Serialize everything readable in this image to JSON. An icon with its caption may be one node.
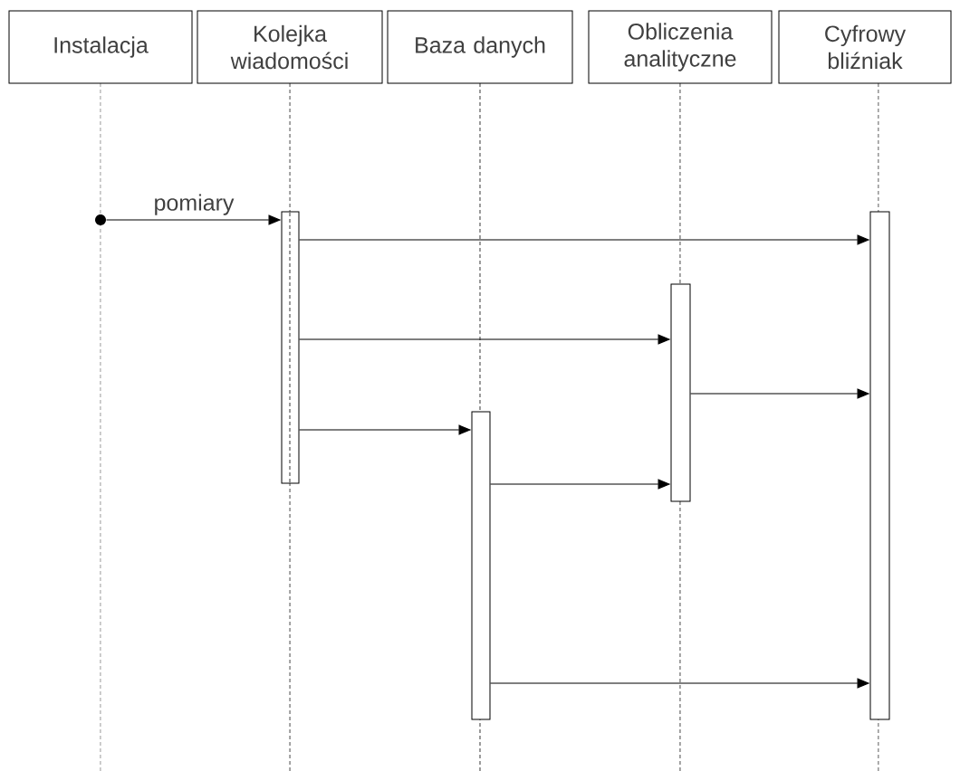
{
  "diagram": {
    "nodes": [
      {
        "text": [
          "Instalacja"
        ]
      },
      {
        "text": [
          "Kolejka wiadomości"
        ]
      },
      {
        "text": [
          "Baza danych"
        ]
      },
      {
        "text": [
          "Obliczenia analityczne"
        ]
      },
      {
        "text": [
          "Cyfrowy bliźniak"
        ]
      },
      {
        "text": [],
        "shape": "bar"
      },
      {
        "text": [],
        "shape": "bar"
      },
      {
        "text": [],
        "shape": "bar"
      },
      {
        "text": [],
        "shape": "bar"
      },
      {
        "text": [],
        "shape": "circle"
      }
    ],
    "edges": [
      {
        "from": 9,
        "to": 5,
        "arrow": "to",
        "label": "pomiary"
      },
      {
        "from": 5,
        "to": 8,
        "arrow": "to"
      },
      {
        "from": 5,
        "to": 7,
        "arrow": "to"
      },
      {
        "from": 7,
        "to": 8,
        "arrow": "to"
      },
      {
        "from": 5,
        "to": 6,
        "arrow": "to"
      },
      {
        "from": 6,
        "to": 7,
        "arrow": "to"
      },
      {
        "from": 6,
        "to": 8,
        "arrow": "to"
      }
    ]
  }
}
